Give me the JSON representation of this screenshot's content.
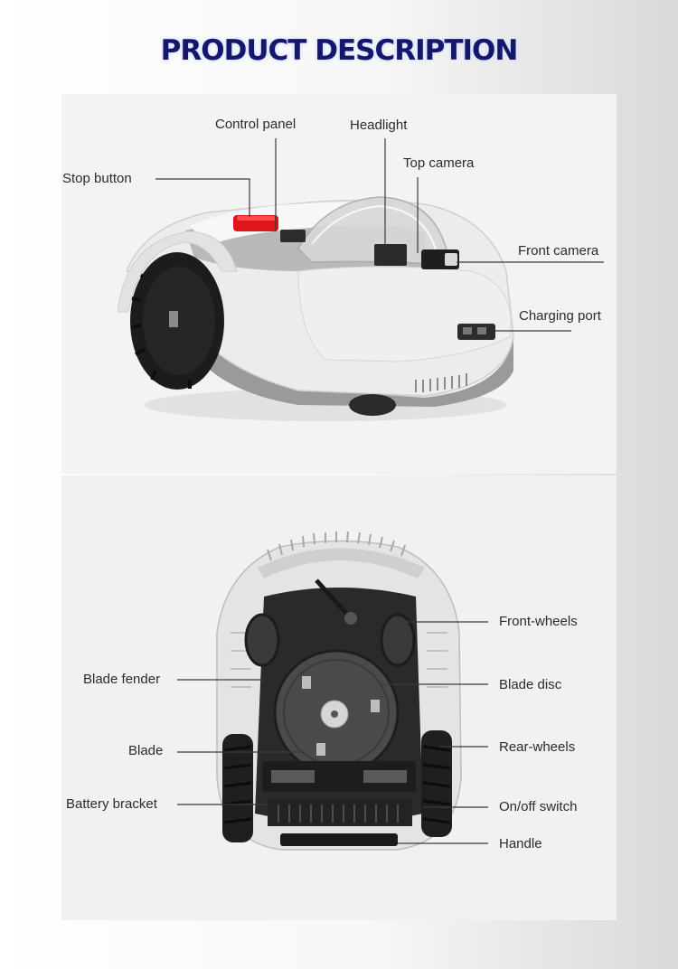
{
  "title": "PRODUCT DESCRIPTION",
  "top_view": {
    "labels": {
      "control_panel": "Control panel",
      "headlight": "Headlight",
      "top_camera": "Top camera",
      "stop_button": "Stop button",
      "front_camera": "Front camera",
      "charging_port": "Charging port"
    }
  },
  "bottom_view": {
    "labels": {
      "front_wheels": "Front-wheels",
      "blade_fender": "Blade fender",
      "blade_disc": "Blade disc",
      "blade": "Blade",
      "rear_wheels": "Rear-wheels",
      "battery_bracket": "Battery bracket",
      "on_off_switch": "On/off switch",
      "handle": "Handle"
    }
  },
  "colors": {
    "title": "#14176b",
    "stop_button": "#e0151b",
    "body": "#e9e9e9",
    "wheel": "#1c1c1c"
  }
}
